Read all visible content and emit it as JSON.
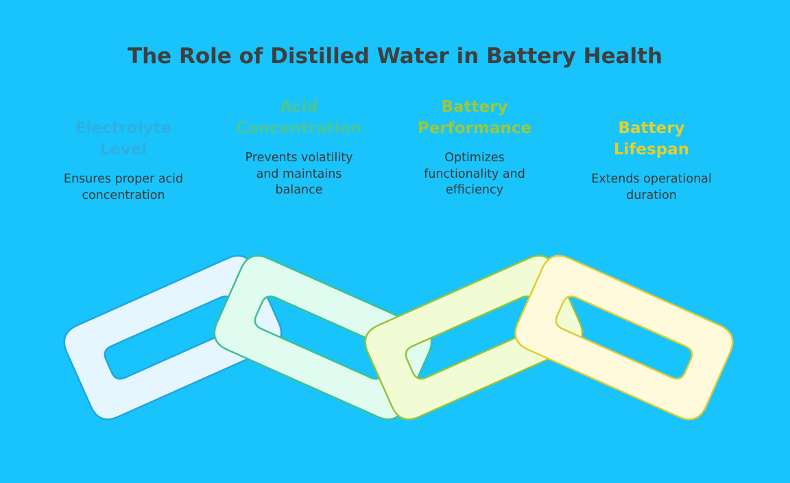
{
  "colors": {
    "background": "#19c3fb",
    "title": "#3f3f3f",
    "description": "#3a3a3a"
  },
  "header": {
    "title": "The Role of Distilled Water in Battery Health"
  },
  "stages": [
    {
      "title_lines": [
        "Electrolyte",
        "Level"
      ],
      "description_lines": [
        "Ensures proper acid",
        "concentration"
      ],
      "title_color": "#2fb0e0",
      "link_fill": "#e6f6ff",
      "link_stroke": "#20a6dc"
    },
    {
      "title_lines": [
        "Acid",
        "Concentration"
      ],
      "description_lines": [
        "Prevents volatility",
        "and maintains",
        "balance"
      ],
      "title_color": "#4ac59a",
      "link_fill": "#e0fbf0",
      "link_stroke": "#3fbf8f"
    },
    {
      "title_lines": [
        "Battery",
        "Performance"
      ],
      "description_lines": [
        "Optimizes",
        "functionality and",
        "efficiency"
      ],
      "title_color": "#9cc83a",
      "link_fill": "#f1fcd5",
      "link_stroke": "#95c33a"
    },
    {
      "title_lines": [
        "Battery",
        "Lifespan"
      ],
      "description_lines": [
        "Extends operational",
        "duration"
      ],
      "title_color": "#e2d02c",
      "link_fill": "#fffadc",
      "link_stroke": "#e0cc35"
    }
  ]
}
